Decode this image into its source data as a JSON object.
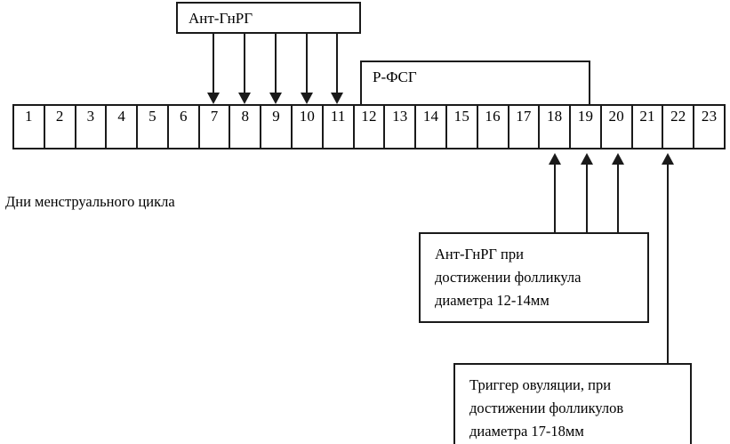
{
  "diagram": {
    "title_internal": "Protokol s antagonistami GnRG",
    "axis_caption": "Дни менструального цикла",
    "line_color": "#1a1a1a",
    "background": "#ffffff"
  },
  "day_scale": {
    "days": [
      "1",
      "2",
      "3",
      "4",
      "5",
      "6",
      "7",
      "8",
      "9",
      "10",
      "11",
      "12",
      "13",
      "14",
      "15",
      "16",
      "17",
      "18",
      "19",
      "20",
      "21",
      "22",
      "23"
    ],
    "first_day": 1,
    "last_day": 23,
    "count": 23
  },
  "drug_bars": [
    {
      "name": "antagonist-bar",
      "label": "Ант-ГнРГ",
      "covers_days": [
        8,
        9,
        10,
        11,
        12
      ],
      "arrow_direction": "down"
    },
    {
      "name": "rfsh-bar",
      "label": "Р-ФСГ",
      "covers_days": [
        13,
        14,
        15,
        16,
        17,
        18,
        19
      ],
      "arrow_direction": "none"
    }
  ],
  "callouts": [
    {
      "name": "antagonist-callout",
      "lines": [
        "Ант-ГнРГ при",
        "достижении фолликула",
        "диаметра 12-14мм"
      ],
      "points_to_days": [
        18,
        19,
        20
      ],
      "arrow_direction": "up"
    },
    {
      "name": "trigger-callout",
      "lines": [
        "Триггер овуляции, при",
        "достижении фолликулов",
        "диаметра 17-18мм"
      ],
      "points_to_days": [
        22
      ],
      "arrow_direction": "up"
    }
  ]
}
